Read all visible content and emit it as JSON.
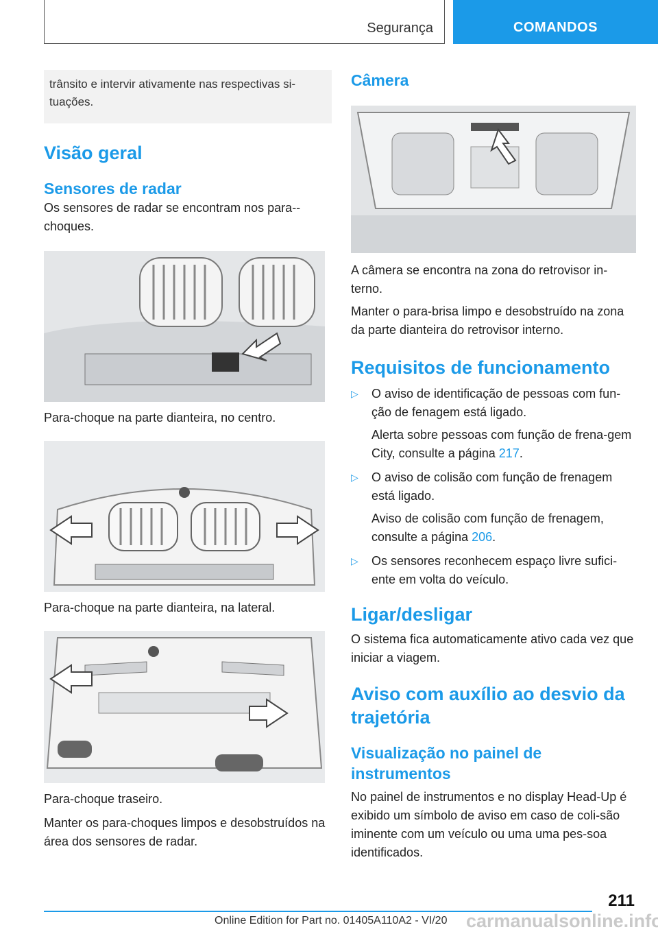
{
  "header": {
    "section": "Segurança",
    "tab": "COMANDOS"
  },
  "left": {
    "note": "trânsito e intervir ativamente nas respectivas si-tuações.",
    "heading_overview": "Visão geral",
    "heading_radar": "Sensores de radar",
    "radar_text": "Os sensores de radar se encontram nos para--choques.",
    "caption_front_center": "Para-choque na parte dianteira, no centro.",
    "caption_front_side": "Para-choque na parte dianteira, na lateral.",
    "caption_rear": "Para-choque traseiro.",
    "keep_clean": "Manter os para-choques limpos e desobstruídos na área dos sensores de radar."
  },
  "right": {
    "heading_camera": "Câmera",
    "camera_text_1": "A câmera se encontra na zona do retrovisor in-terno.",
    "camera_text_2": "Manter o para-brisa limpo e desobstruído na zona da parte dianteira do retrovisor interno.",
    "heading_requirements": "Requisitos de funcionamento",
    "requirements": [
      {
        "text": "O aviso de identificação de pessoas com fun-ção de fenagem está ligado.",
        "sub_prefix": "Alerta sobre pessoas com função de frena-gem City, consulte a página ",
        "sub_link": "217",
        "sub_suffix": "."
      },
      {
        "text": "O aviso de colisão com função de frenagem está ligado.",
        "sub_prefix": "Aviso de colisão com função de frenagem, consulte a página ",
        "sub_link": "206",
        "sub_suffix": "."
      },
      {
        "text": "Os sensores reconhecem espaço livre sufici-ente em volta do veículo."
      }
    ],
    "bullet_glyph": "▷",
    "heading_onoff": "Ligar/desligar",
    "onoff_text": "O sistema fica automaticamente ativo cada vez que iniciar a viagem.",
    "heading_avoid": "Aviso com auxílio ao desvio da trajetória",
    "heading_display": "Visualização no painel de instrumentos",
    "display_text": "No painel de instrumentos e no display Head-Up é exibido um símbolo de aviso em caso de coli-são iminente com um veículo ou uma uma pes-soa identificados."
  },
  "footer": {
    "page": "211",
    "edition": "Online Edition for Part no. 01405A110A2 - VI/20",
    "watermark": "carmanualsonline.info"
  },
  "colors": {
    "accent": "#1b9ae8",
    "note_bg": "#f2f2f2"
  }
}
